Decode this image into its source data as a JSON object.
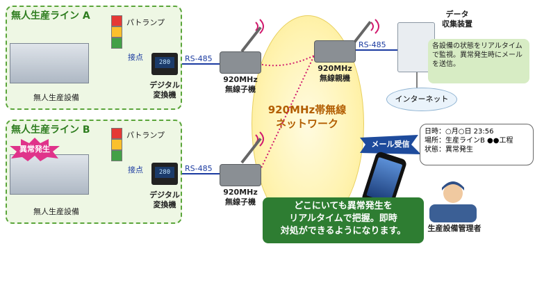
{
  "lineA": {
    "title": "無人生産ライン A",
    "patlamp": "パトランプ",
    "contact": "接点",
    "converter_label_1": "デジタル",
    "converter_label_2": "変換機",
    "equipment": "無人生産設備",
    "display": "280"
  },
  "lineB": {
    "title": "無人生産ライン B",
    "patlamp": "パトランプ",
    "contact": "接点",
    "converter_label_1": "デジタル",
    "converter_label_2": "変換機",
    "equipment": "無人生産設備",
    "alert": "異常発生",
    "display": "280"
  },
  "rs485": "RS-485",
  "child_unit": {
    "line1": "920MHz",
    "line2": "無線子機"
  },
  "parent_unit": {
    "line1": "920MHz",
    "line2": "無線親機"
  },
  "network": {
    "line1": "920MHz帯無線",
    "line2": "ネットワーク"
  },
  "collector": {
    "line1": "データ",
    "line2": "収集装置",
    "note": "各設備の状態をリアルタイムで監視。異常発生時にメールを送信。"
  },
  "internet": "インターネット",
  "mail": {
    "badge": "メール受信",
    "date": "日時：○月○日 23:56",
    "place": "場所：生産ラインB ●●工程",
    "status": "状態：異常発生"
  },
  "message": {
    "line1": "どこにいても異常発生を",
    "line2": "リアルタイムで把握。即時",
    "line3": "対処ができるようになります。"
  },
  "manager": "生産設備管理者",
  "colors": {
    "green": "#2e7d32",
    "lineBorder": "#5aa53a",
    "link": "#1a3aa0",
    "radio": "#d11a6e",
    "alert": "#e0338a"
  }
}
